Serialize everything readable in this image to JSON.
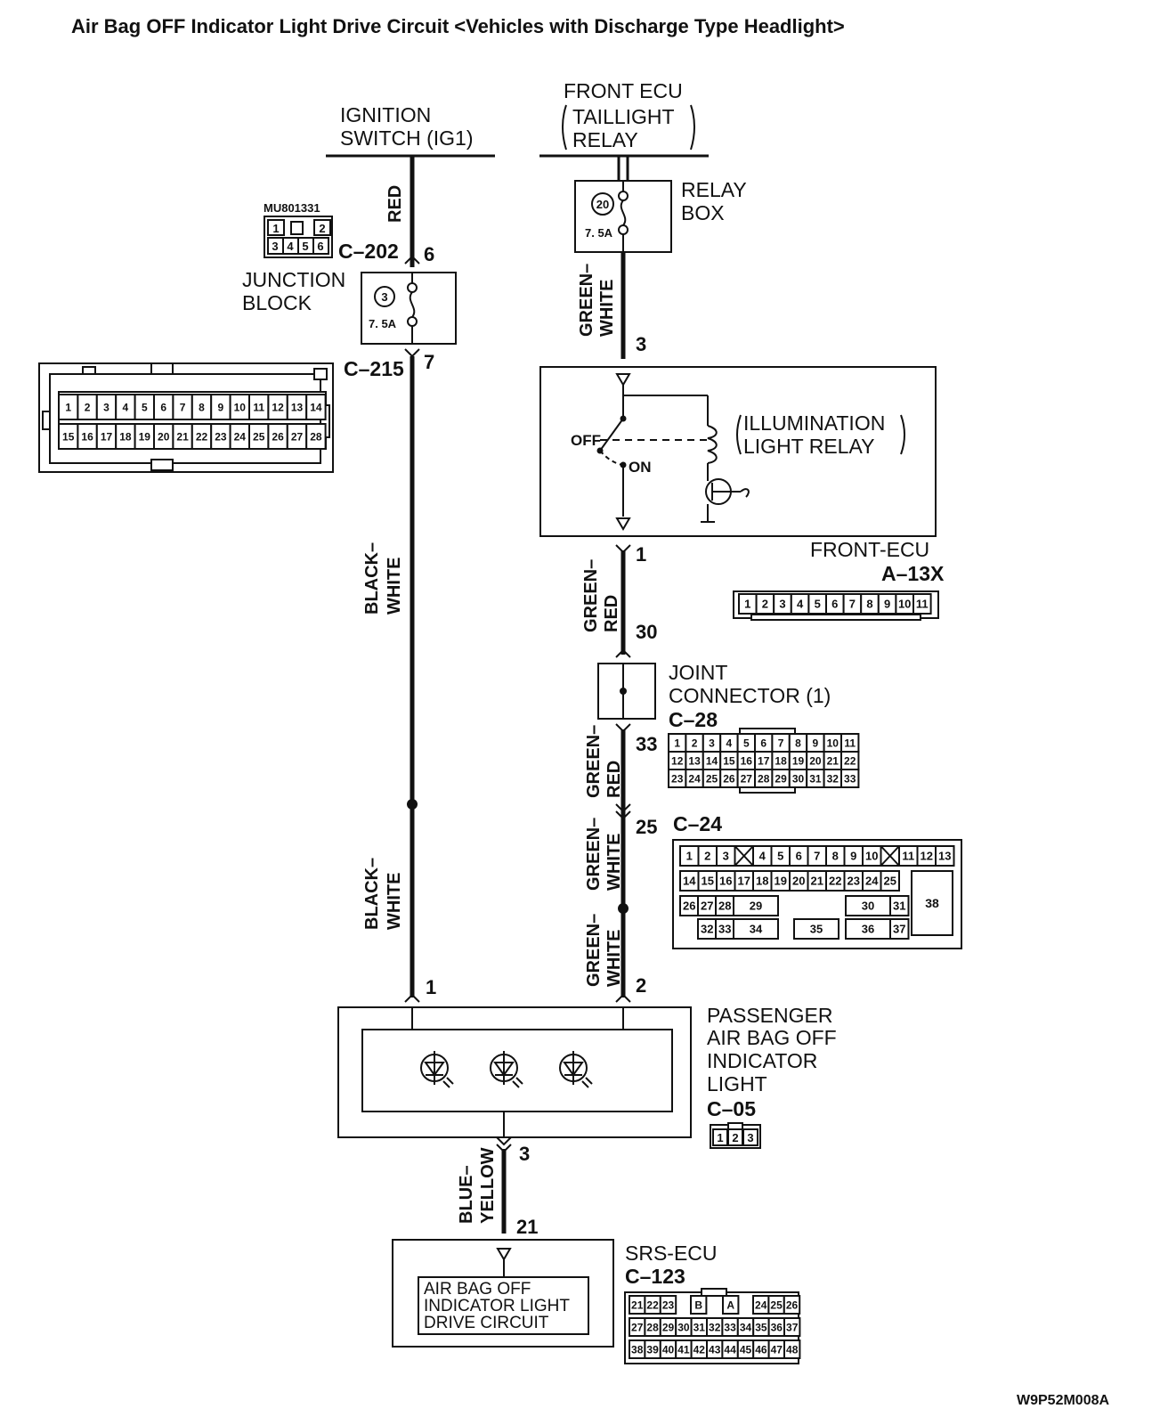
{
  "title": "Air Bag OFF Indicator Light Drive Circuit <Vehicles with Discharge Type Headlight>",
  "figure_code": "W9P52M008A",
  "sources": {
    "ignition_line1": "IGNITION",
    "ignition_line2": "SWITCH (IG1)",
    "front_ecu_line1": "FRONT ECU",
    "front_ecu_line2": "TAILLIGHT",
    "front_ecu_line3": "RELAY"
  },
  "junction_block": {
    "line1": "JUNCTION",
    "line2": "BLOCK",
    "fuse_no": "3",
    "fuse_rating": "7. 5A",
    "connector_in": "C–202",
    "connector_out": "C–215",
    "pin_in": "6",
    "pin_out": "7",
    "part_no": "MU801331",
    "c202_pins": [
      "1",
      "2",
      "3",
      "4",
      "5",
      "6"
    ],
    "c215_pins": [
      "1",
      "2",
      "3",
      "4",
      "5",
      "6",
      "7",
      "8",
      "9",
      "10",
      "11",
      "12",
      "13",
      "14",
      "15",
      "16",
      "17",
      "18",
      "19",
      "20",
      "21",
      "22",
      "23",
      "24",
      "25",
      "26",
      "27",
      "28"
    ]
  },
  "relay_box": {
    "line1": "RELAY",
    "line2": "BOX",
    "fuse_no": "20",
    "fuse_rating": "7. 5A",
    "pin_out": "3"
  },
  "front_ecu": {
    "label": "FRONT-ECU",
    "connector": "A–13X",
    "relay_line1": "ILLUMINATION",
    "relay_line2": "LIGHT RELAY",
    "off_label": "OFF",
    "on_label": "ON",
    "pin_out": "1",
    "pins": [
      "1",
      "2",
      "3",
      "4",
      "5",
      "6",
      "7",
      "8",
      "9",
      "10",
      "11"
    ]
  },
  "joint_connector": {
    "line1": "JOINT",
    "line2": "CONNECTOR (1)",
    "connector": "C–28",
    "pin_in": "30",
    "pin_out": "33",
    "pins": [
      "1",
      "2",
      "3",
      "4",
      "5",
      "6",
      "7",
      "8",
      "9",
      "10",
      "11",
      "12",
      "13",
      "14",
      "15",
      "16",
      "17",
      "18",
      "19",
      "20",
      "21",
      "22",
      "23",
      "24",
      "25",
      "26",
      "27",
      "28",
      "29",
      "30",
      "31",
      "32",
      "33"
    ]
  },
  "c24": {
    "connector": "C–24",
    "pin": "25",
    "row1": [
      "1",
      "2",
      "3",
      "4",
      "5",
      "6",
      "7",
      "8",
      "9",
      "10",
      "11",
      "12",
      "13"
    ],
    "row2": [
      "14",
      "15",
      "16",
      "17",
      "18",
      "19",
      "20",
      "21",
      "22",
      "23",
      "24",
      "25"
    ],
    "row3": [
      "26",
      "27",
      "28",
      "29",
      "30",
      "31"
    ],
    "row4": [
      "32",
      "33",
      "34",
      "35",
      "36",
      "37"
    ],
    "big": "38"
  },
  "wires": {
    "red": "RED",
    "bw_a1": "BLACK–",
    "bw_a2": "WHITE",
    "bw_b1": "BLACK–",
    "bw_b2": "WHITE",
    "gw_a1": "GREEN–",
    "gw_a2": "WHITE",
    "gr_a1": "GREEN–",
    "gr_a2": "RED",
    "gr_b1": "GREEN–",
    "gr_b2": "RED",
    "gw_b1": "GREEN–",
    "gw_b2": "WHITE",
    "gw_c1": "GREEN–",
    "gw_c2": "WHITE",
    "by1": "BLUE–",
    "by2": "YELLOW"
  },
  "indicator": {
    "line1": "PASSENGER",
    "line2": "AIR BAG OFF",
    "line3": "INDICATOR",
    "line4": "LIGHT",
    "connector": "C–05",
    "pin1": "1",
    "pin2": "2",
    "pin3": "3",
    "pins": [
      "1",
      "2",
      "3"
    ]
  },
  "srs_ecu": {
    "label": "SRS-ECU",
    "connector": "C–123",
    "pin": "21",
    "circuit_line1": "AIR BAG OFF",
    "circuit_line2": "INDICATOR LIGHT",
    "circuit_line3": "DRIVE CIRCUIT",
    "row1": [
      "21",
      "22",
      "23",
      "B",
      "A",
      "24",
      "25",
      "26"
    ],
    "row2": [
      "27",
      "28",
      "29",
      "30",
      "31",
      "32",
      "33",
      "34",
      "35",
      "36",
      "37"
    ],
    "row3": [
      "38",
      "39",
      "40",
      "41",
      "42",
      "43",
      "44",
      "45",
      "46",
      "47",
      "48"
    ]
  }
}
